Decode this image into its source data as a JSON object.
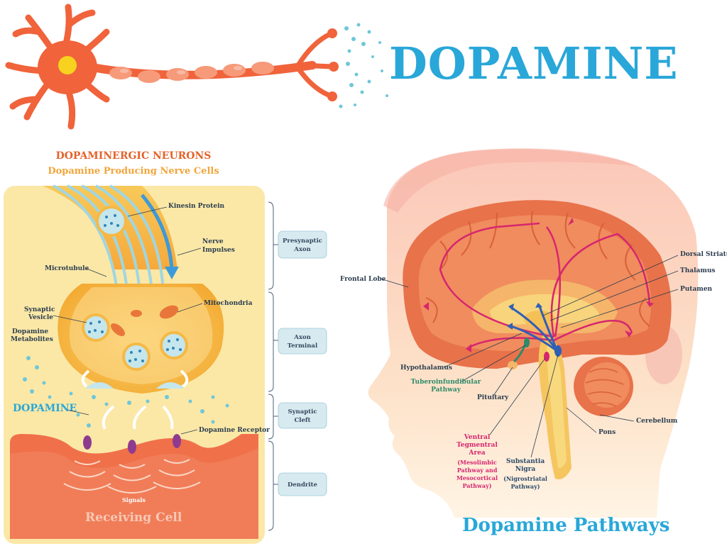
{
  "title": "DOPAMINE",
  "left_panel": {
    "heading": "DOPAMINERGIC NEURONS",
    "subheading": "Dopamine Producing Nerve Cells",
    "labels": {
      "kinesin": "Kinesin Protein",
      "nerve_impulses": [
        "Nerve",
        "Impulses"
      ],
      "microtubule": "Microtubule",
      "mitochondria": "Mitochondria",
      "synaptic_vesicle": [
        "Synaptic",
        "Vesicle"
      ],
      "dopamine_metabolites": [
        "Dopamine",
        "Metabolites"
      ],
      "dopamine": "DOPAMINE",
      "dopamine_receptor": "Dopamine Receptor",
      "signals": "Signals",
      "receiving_cell": "Receiving Cell"
    },
    "sections": [
      [
        "Presynaptic",
        "Axon"
      ],
      [
        "Axon",
        "Terminal"
      ],
      [
        "Synaptic",
        "Cleft"
      ],
      [
        "Dendrite"
      ]
    ]
  },
  "right_panel": {
    "title": "Dopamine Pathways",
    "labels": {
      "frontal_lobe": "Frontal Lobe",
      "dorsal_striatum": "Dorsal Striatum",
      "thalamus": "Thalamus",
      "putamen": "Putamen",
      "hypothalamus": "Hypothalamus",
      "tuberoinfundibular": [
        "Tuberoinfundibular",
        "Pathway"
      ],
      "pituitary": "Pituitary",
      "vta": [
        "Ventral",
        "Tegmentral",
        "Area",
        "(Mesolimbic",
        "Pathway and",
        "Mesocortical",
        "Pathway)"
      ],
      "substantia": [
        "Substantia",
        "Nigra",
        "(Nigrostriatal",
        "Pathway)"
      ],
      "cerebellum": "Cerebellum",
      "pons": "Pons"
    }
  },
  "colors": {
    "title_blue": "#29a7d8",
    "heading_red": "#e4622a",
    "heading_orange": "#f2a53a",
    "neuron": "#f0633b",
    "panel_bg": "#fbe8a6",
    "teal_path": "#2d8a6a",
    "magenta_path": "#d6266e"
  }
}
